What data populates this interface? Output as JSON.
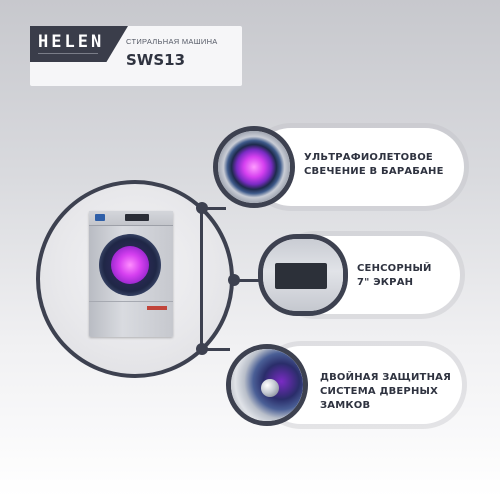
{
  "header": {
    "brand": "HELEN",
    "subtitle": "СТИРАЛЬНАЯ МАШИНА",
    "model": "SWS13"
  },
  "features": [
    {
      "icon": "uv-drum-icon",
      "line1": "УЛЬТРАФИОЛЕТОВОЕ",
      "line2": "СВЕЧЕНИЕ В БАРАБАНЕ"
    },
    {
      "icon": "touch-screen-icon",
      "line1": "СЕНСОРНЫЙ",
      "line2": "7\" ЭКРАН"
    },
    {
      "icon": "door-lock-icon",
      "line1": "ДВОЙНАЯ ЗАЩИТНАЯ",
      "line2": "СИСТЕМА ДВЕРНЫХ",
      "line3": "ЗАМКОВ"
    }
  ],
  "colors": {
    "dark": "#3d4150",
    "uv_glow": "#d640f0",
    "card": "#ffffff"
  }
}
